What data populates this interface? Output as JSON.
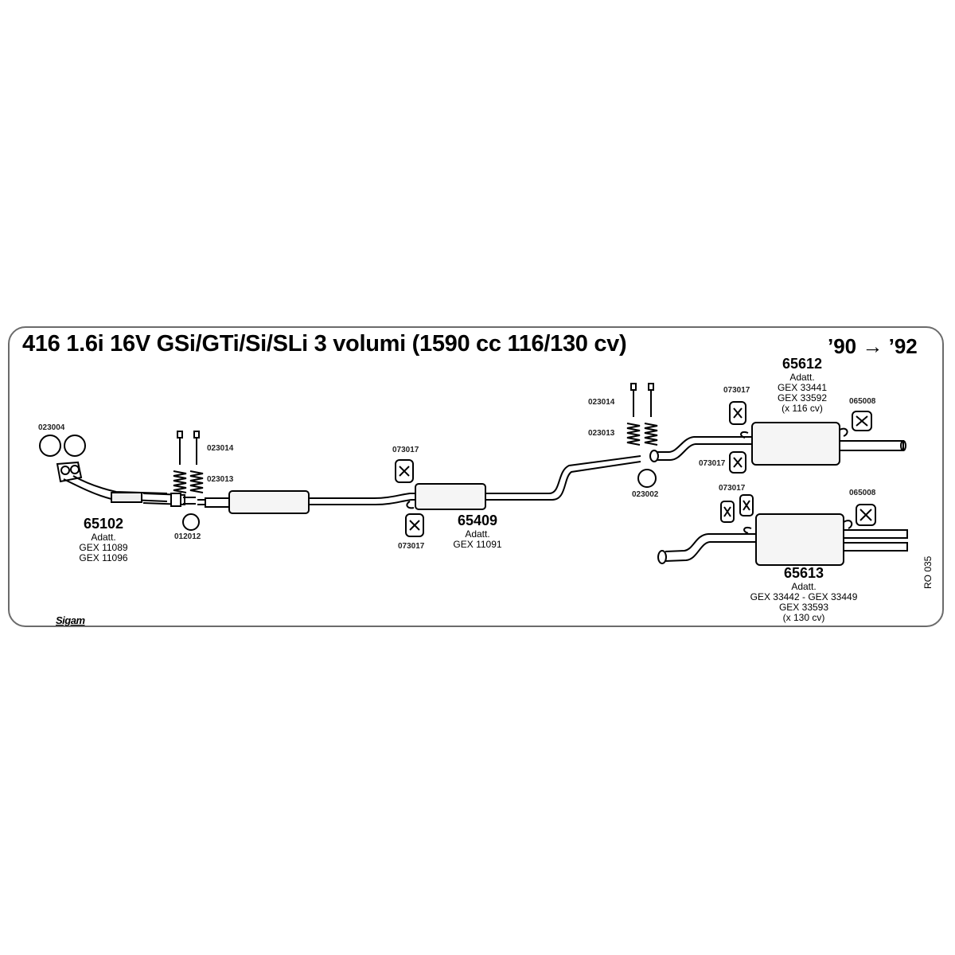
{
  "header": {
    "title": "416 1.6i 16V GSi/GTi/Si/SLi 3 volumi (1590 cc 116/130 cv)",
    "years": "’90 → ’92"
  },
  "codes": {
    "gasket_023004": "023004",
    "bolt_023014_front": "023014",
    "spring_023013_front": "023013",
    "ring_012012": "012012",
    "hanger_073017_mid_top": "073017",
    "hanger_073017_mid_bottom": "073017",
    "bolt_023014_rear": "023014",
    "spring_023013_rear": "023013",
    "ring_023002": "023002",
    "hanger_073017_rear_top": "073017",
    "hanger_073017_rear_mid": "073017",
    "hanger_065008_top": "065008",
    "hanger_073017_rear_low": "073017",
    "hanger_065008_low": "065008"
  },
  "parts": {
    "front_pipe": {
      "number": "65102",
      "description": "Adatt.\nGEX 11089\nGEX 11096"
    },
    "middle_silencer": {
      "number": "65409",
      "description": "Adatt.\nGEX 11091"
    },
    "rear_silencer_116": {
      "number": "65612",
      "description": "Adatt.\nGEX 33441\nGEX 33592\n(x 116 cv)"
    },
    "rear_silencer_130": {
      "number": "65613",
      "description": "Adatt.\nGEX 33442 - GEX 33449\nGEX 33593\n(x 130 cv)"
    }
  },
  "footer": {
    "brand": "Sigam",
    "catalog_code": "RO 035"
  }
}
